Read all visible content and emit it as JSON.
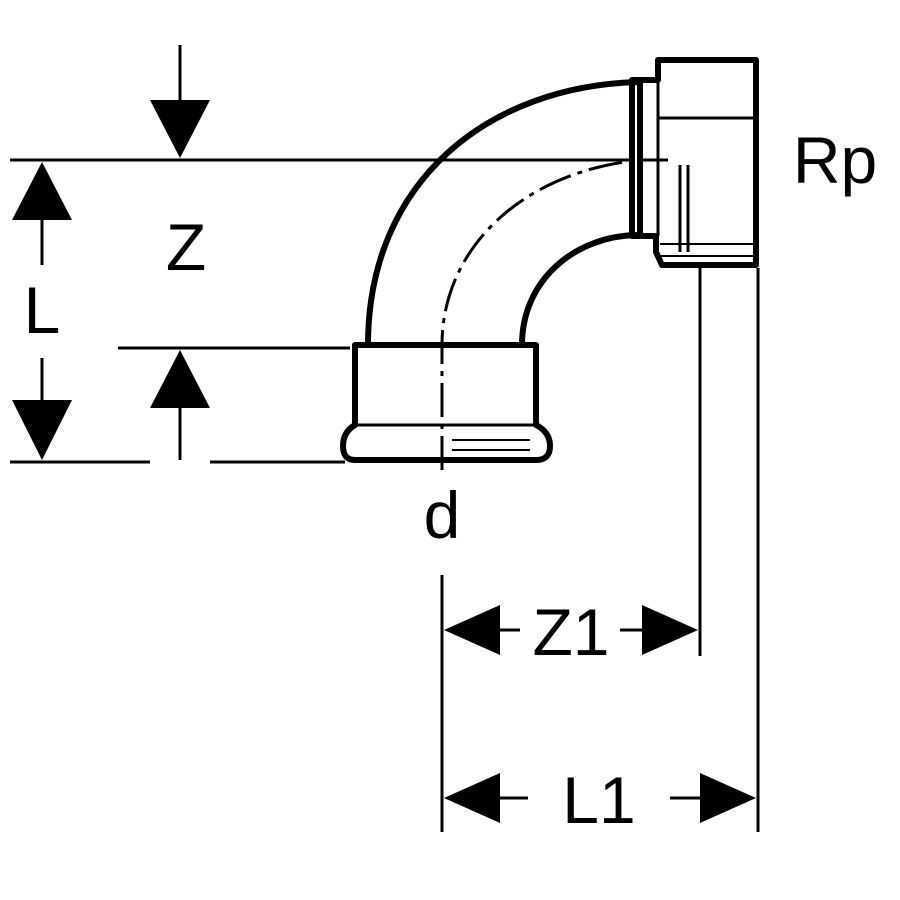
{
  "labels": {
    "z": "Z",
    "l": "L",
    "d": "d",
    "rp": "Rp",
    "z1": "Z1",
    "l1": "L1"
  }
}
